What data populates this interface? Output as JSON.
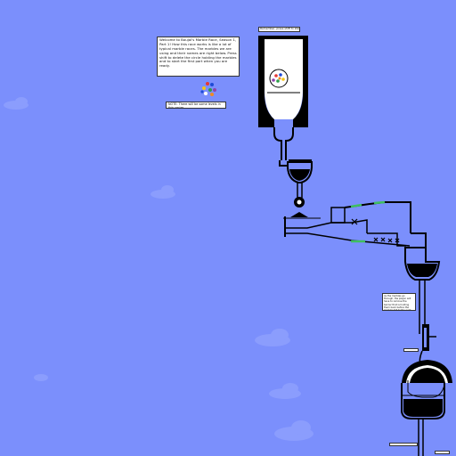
{
  "notes": {
    "intro": "Welcome to Boujal's Marble Race, Season 1, Part 1! How this race works is like a lot of typical marble races. The marbles we are using and their names are right below. Press shift to delete the circle holding the marbles and to start the first part when you are ready.",
    "top": "Remember, press shift to start!",
    "levels": "NOTE: There will be some levels in this series.",
    "mid": "As the marbles go through, the player will have to remove the barrier that is holding them back before the marbles fall to the next part."
  },
  "colors": {
    "sky": "#7b8ffc",
    "cloud": "#8d9ffd",
    "structure": "#000000",
    "bumper": "#3fbf5f",
    "marble_red": "#e53935",
    "marble_blue": "#1e4bd6",
    "marble_yellow": "#f5c518",
    "marble_green": "#2e9e4a",
    "marble_purple": "#8e44ad",
    "marble_white": "#ffffff",
    "marble_orange": "#f08a24"
  },
  "icons": {
    "marble_set": "marbles-cluster-icon",
    "blocker": "x-mark-icon"
  }
}
